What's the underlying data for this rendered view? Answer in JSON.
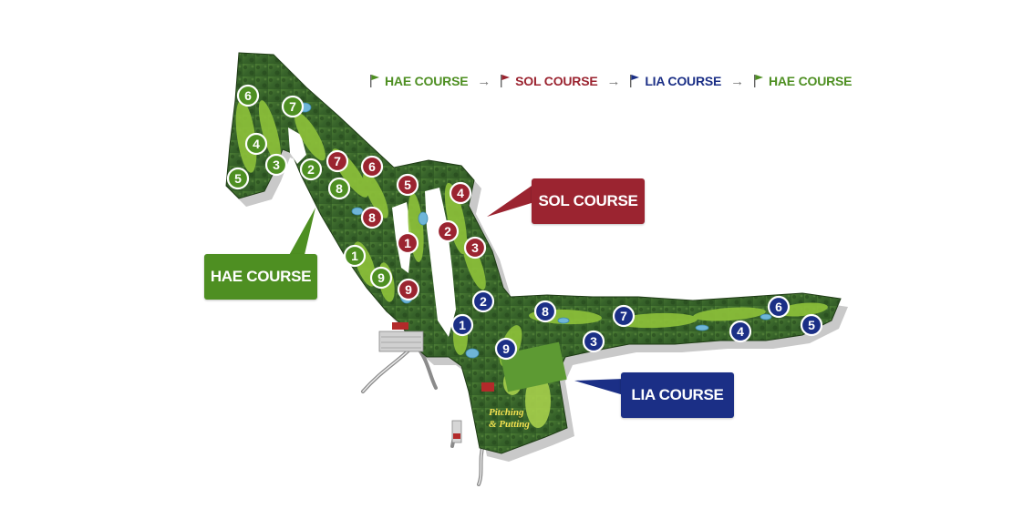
{
  "route": [
    {
      "label": "HAE COURSE",
      "color": "#4e8f22"
    },
    {
      "label": "SOL COURSE",
      "color": "#9b2430"
    },
    {
      "label": "LIA COURSE",
      "color": "#1b2f86"
    },
    {
      "label": "HAE COURSE",
      "color": "#4e8f22"
    }
  ],
  "route_arrow": "→",
  "callouts": {
    "hae": "HAE COURSE",
    "sol": "SOL COURSE",
    "lia": "LIA COURSE"
  },
  "practice_area": {
    "line1": "Pitching",
    "line2": "& Putting"
  },
  "courses": {
    "hae": {
      "color": "#4e8f22",
      "holes": [
        "1",
        "2",
        "3",
        "4",
        "5",
        "6",
        "7",
        "8",
        "9"
      ]
    },
    "sol": {
      "color": "#9b2430",
      "holes": [
        "1",
        "2",
        "3",
        "4",
        "5",
        "6",
        "7",
        "8",
        "9"
      ]
    },
    "lia": {
      "color": "#1b2f86",
      "holes": [
        "1",
        "2",
        "3",
        "4",
        "5",
        "6",
        "7",
        "8",
        "9"
      ]
    }
  },
  "colors": {
    "fairway": "#3d6b2a",
    "green": "#9ccc3a",
    "water": "#6fb6d8",
    "shadow": "#c9c9c9"
  }
}
